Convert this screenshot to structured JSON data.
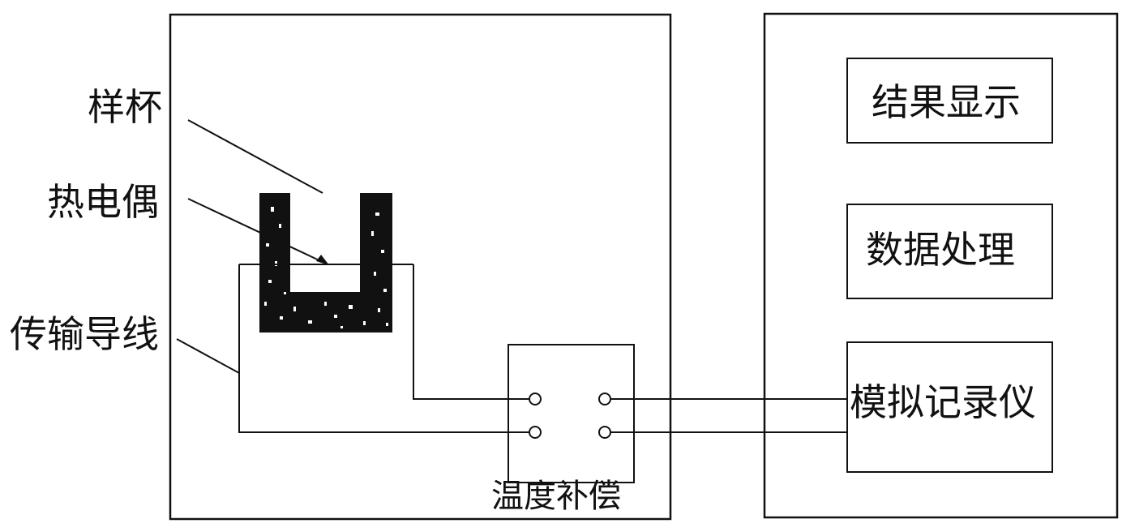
{
  "labels": {
    "sample_cup": "样杯",
    "thermocouple": "热电偶",
    "transmission_wire": "传输导线",
    "temperature_compensation": "温度补偿"
  },
  "modules": {
    "result_display": "结果显示",
    "data_processing": "数据处理",
    "analog_recorder": "模拟记录仪"
  }
}
